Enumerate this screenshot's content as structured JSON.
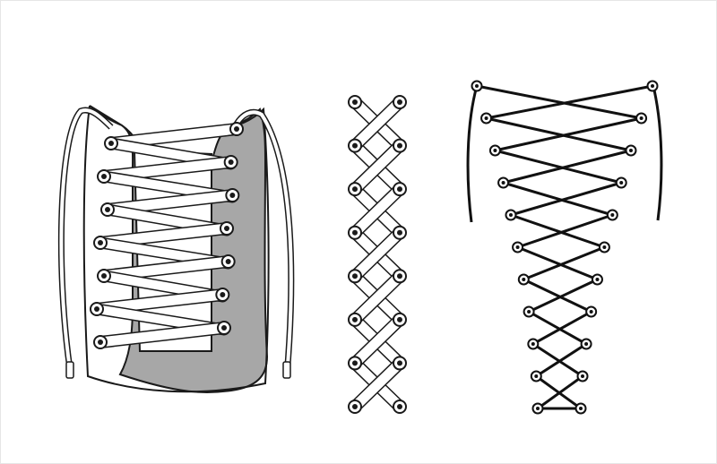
{
  "figure": {
    "background": "#ffffff",
    "panels": [
      {
        "id": "sneaker",
        "upper_color": "#a7a7a7",
        "lace_color": "#ffffff",
        "outline_color": "#1a1a1a",
        "rows": 7
      },
      {
        "id": "criss-cross-strip",
        "lace_color": "#ffffff",
        "outline_color": "#1a1a1a",
        "rows": 8
      },
      {
        "id": "corset",
        "lace_color": "#111111",
        "eyelet_color": "#ffffff",
        "rows": 11
      }
    ]
  }
}
